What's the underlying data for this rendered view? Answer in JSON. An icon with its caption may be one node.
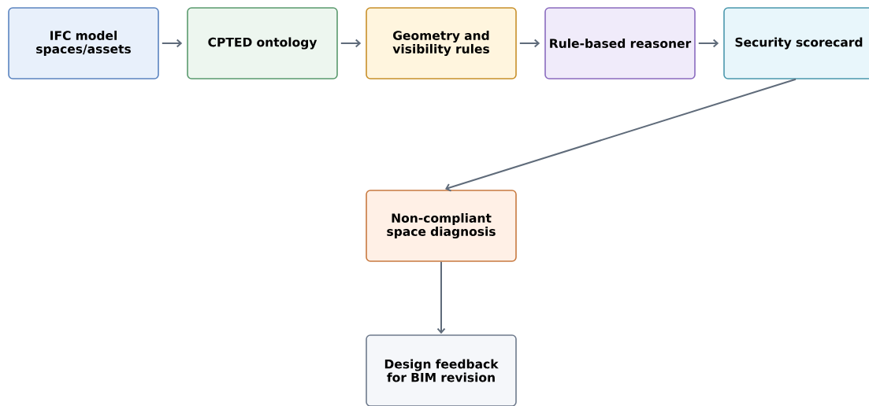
{
  "diagram": {
    "nodes": [
      {
        "text": [
          "IFC model spaces/assets"
        ]
      },
      {
        "text": [
          "CPTED ontology"
        ]
      },
      {
        "text": [
          "Geometry and visibility rules"
        ]
      },
      {
        "text": [
          "Rule-based reasoner"
        ]
      },
      {
        "text": [
          "Security scorecard"
        ]
      },
      {
        "text": [
          "Non-compliant space diagnosis"
        ]
      },
      {
        "text": [
          "Design feedback for BIM revision"
        ]
      }
    ],
    "edges": [
      {
        "from": 0,
        "to": 1,
        "arrow": "to"
      },
      {
        "from": 1,
        "to": 2,
        "arrow": "to"
      },
      {
        "from": 2,
        "to": 3,
        "arrow": "to"
      },
      {
        "from": 3,
        "to": 4,
        "arrow": "to"
      },
      {
        "from": 4,
        "to": 5,
        "arrow": "to"
      },
      {
        "from": 5,
        "to": 6,
        "arrow": "to"
      }
    ]
  }
}
